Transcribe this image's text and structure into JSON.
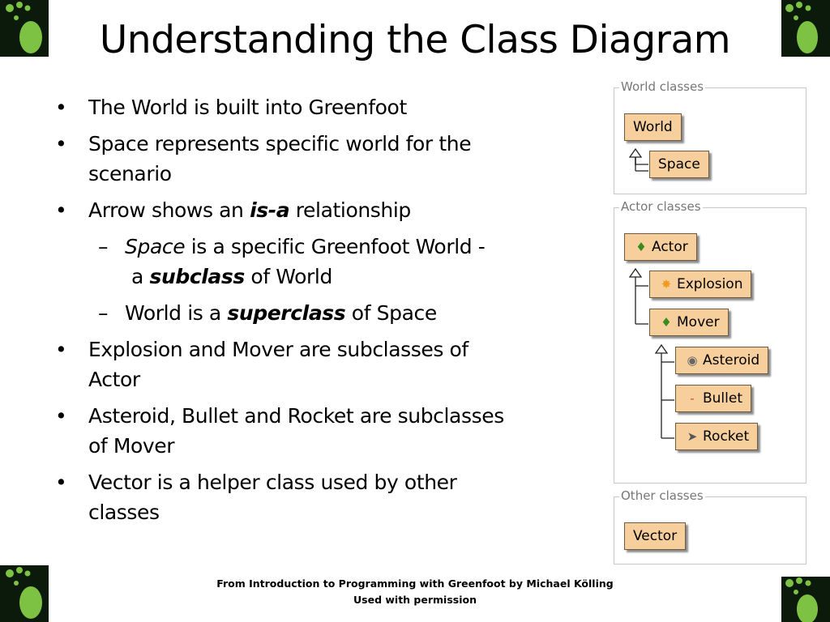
{
  "slide": {
    "title": "Understanding the Class Diagram",
    "bullets": [
      {
        "text": "The World is built into Greenfoot"
      },
      {
        "line1": "Space represents specific world  for the",
        "line2": "scenario"
      },
      {
        "before": "Arrow shows an ",
        "em": "is-a",
        "after": " relationship"
      },
      {
        "em": "Space",
        "after1": " is a specific Greenfoot World -",
        "line2_before": "a ",
        "em2": "subclass",
        "line2_after": " of World"
      },
      {
        "before": "World is a ",
        "em": "superclass",
        "after": " of Space"
      },
      {
        "line1": "Explosion and Mover are subclasses of",
        "line2": "Actor"
      },
      {
        "line1": "Asteroid,  Bullet and Rocket are subclasses",
        "line2": "of Mover"
      },
      {
        "line1": "Vector is a helper class used by other",
        "line2": "classes"
      }
    ],
    "bullet_symbol": "•",
    "dash_symbol": "–"
  },
  "diagram": {
    "world_panel": {
      "title": "World classes",
      "classes": [
        {
          "label": "World",
          "icon": ""
        },
        {
          "label": "Space",
          "icon": ""
        }
      ]
    },
    "actor_panel": {
      "title": "Actor classes",
      "classes": [
        {
          "label": "Actor",
          "icon": "footprint-icon"
        },
        {
          "label": "Explosion",
          "icon": "explosion-icon"
        },
        {
          "label": "Mover",
          "icon": "footprint-icon"
        },
        {
          "label": "Asteroid",
          "icon": "asteroid-icon"
        },
        {
          "label": "Bullet",
          "icon": "bullet-icon"
        },
        {
          "label": "Rocket",
          "icon": "rocket-icon"
        }
      ]
    },
    "other_panel": {
      "title": "Other classes",
      "classes": [
        {
          "label": "Vector",
          "icon": ""
        }
      ]
    }
  },
  "footer": {
    "line1": "From Introduction to Programming with Greenfoot by Michael Kölling",
    "line2": "Used with permission"
  },
  "colors": {
    "class_fill": "#f6cf9c",
    "corner_bg": "#0c1a0c",
    "footprint_green": "#7dc242"
  }
}
